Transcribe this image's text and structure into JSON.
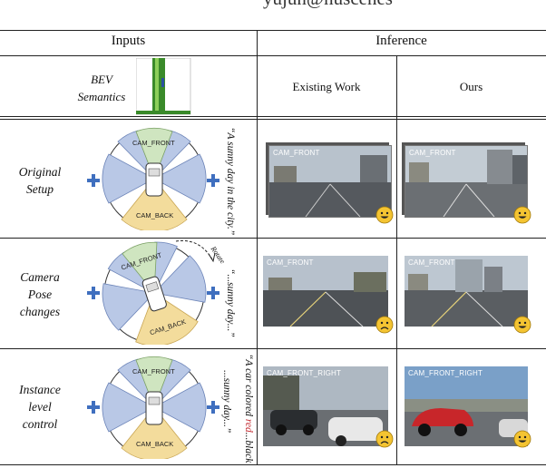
{
  "page": {
    "cut_text": "yujun@nuscenes"
  },
  "header": {
    "inputs": "Inputs",
    "inference": "Inference"
  },
  "subheader": {
    "bev_label_1": "BEV",
    "bev_label_2": "Semantics",
    "existing": "Existing Work",
    "ours": "Ours"
  },
  "rows": [
    {
      "label": [
        "Original",
        "Setup"
      ],
      "caption": "“A sunny day in the city.”",
      "front_label": "CAM_FRONT",
      "back_label": "CAM_BACK",
      "existing_label": "CAM_FRONT",
      "ours_label": "CAM_FRONT",
      "existing_emoji": "smile",
      "ours_emoji": "smile"
    },
    {
      "label": [
        "Camera",
        "Pose",
        "changes"
      ],
      "caption": "“...sunny day...”",
      "pose_label": "Rotate",
      "front_label": "CAM_FRONT",
      "back_label": "CAM_BACK",
      "existing_label": "CAM_FRONT",
      "ours_label": "CAM_FRONT",
      "existing_emoji": "frown",
      "ours_emoji": "smile"
    },
    {
      "label": [
        "Instance",
        "level",
        "control"
      ],
      "caption_a": "“A car colored ",
      "caption_red": "red",
      "caption_b": "...black",
      "caption_c": "...sunny day...”",
      "front_label": "CAM_FRONT",
      "back_label": "CAM_BACK",
      "existing_label": "CAM_FRONT_RIGHT",
      "ours_label": "CAM_FRONT_RIGHT",
      "existing_emoji": "frown",
      "ours_emoji": "smile"
    }
  ],
  "colors": {
    "cam_fan": "#b9c8e6",
    "front_fan": "#cfe5c0",
    "back_fan": "#f3dc9c",
    "plus": "#3f6fbf",
    "emoji": "#f4c432"
  }
}
